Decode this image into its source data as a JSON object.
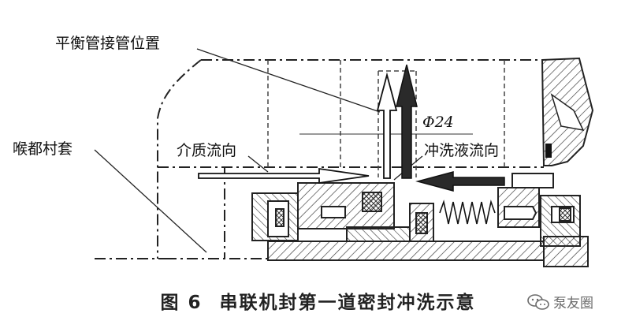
{
  "labels": {
    "balance_pipe": "平衡管接管位置",
    "throat_bushing": "喉都村套",
    "medium_flow": "介质流向",
    "diameter": "Φ24",
    "flush_flow": "冲洗液流向"
  },
  "caption": {
    "figure_no": "图 6",
    "title": "串联机封第一道密封冲洗示意"
  },
  "watermark": {
    "text": "泵友圈",
    "icon": "wechat-icon"
  },
  "colors": {
    "line": "#1a1a1a",
    "hatch": "#333333",
    "watermark": "#6b6b6b"
  }
}
